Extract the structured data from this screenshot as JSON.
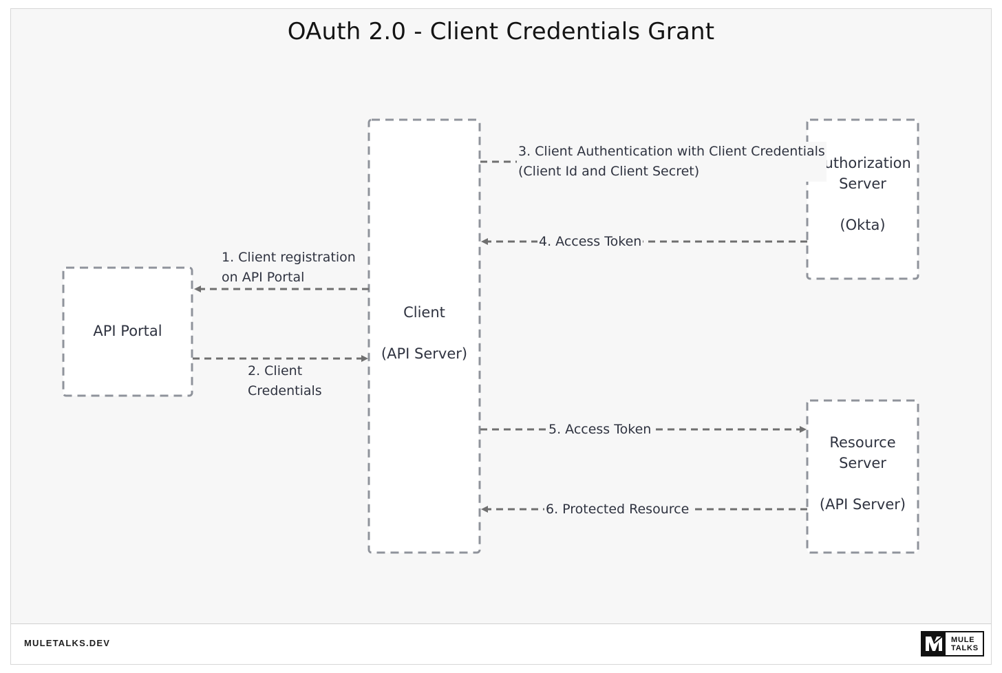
{
  "title": "OAuth 2.0 - Client Credentials Grant",
  "nodes": {
    "api_portal": "API Portal",
    "client": "Client\n\n(API Server)",
    "auth_server": "Authorization\nServer\n\n(Okta)",
    "resource_server": "Resource\nServer\n\n(API Server)"
  },
  "edges": {
    "e1": "1. Client registration\non API Portal",
    "e2": "2. Client\nCredentials",
    "e3": "3. Client Authentication with Client Credentials\n(Client Id and Client Secret)",
    "e4": "4. Access Token",
    "e5": "5. Access Token",
    "e6": "6. Protected Resource"
  },
  "footer": {
    "site": "MULETALKS.DEV",
    "logo_text": "MULE\nTALKS"
  }
}
